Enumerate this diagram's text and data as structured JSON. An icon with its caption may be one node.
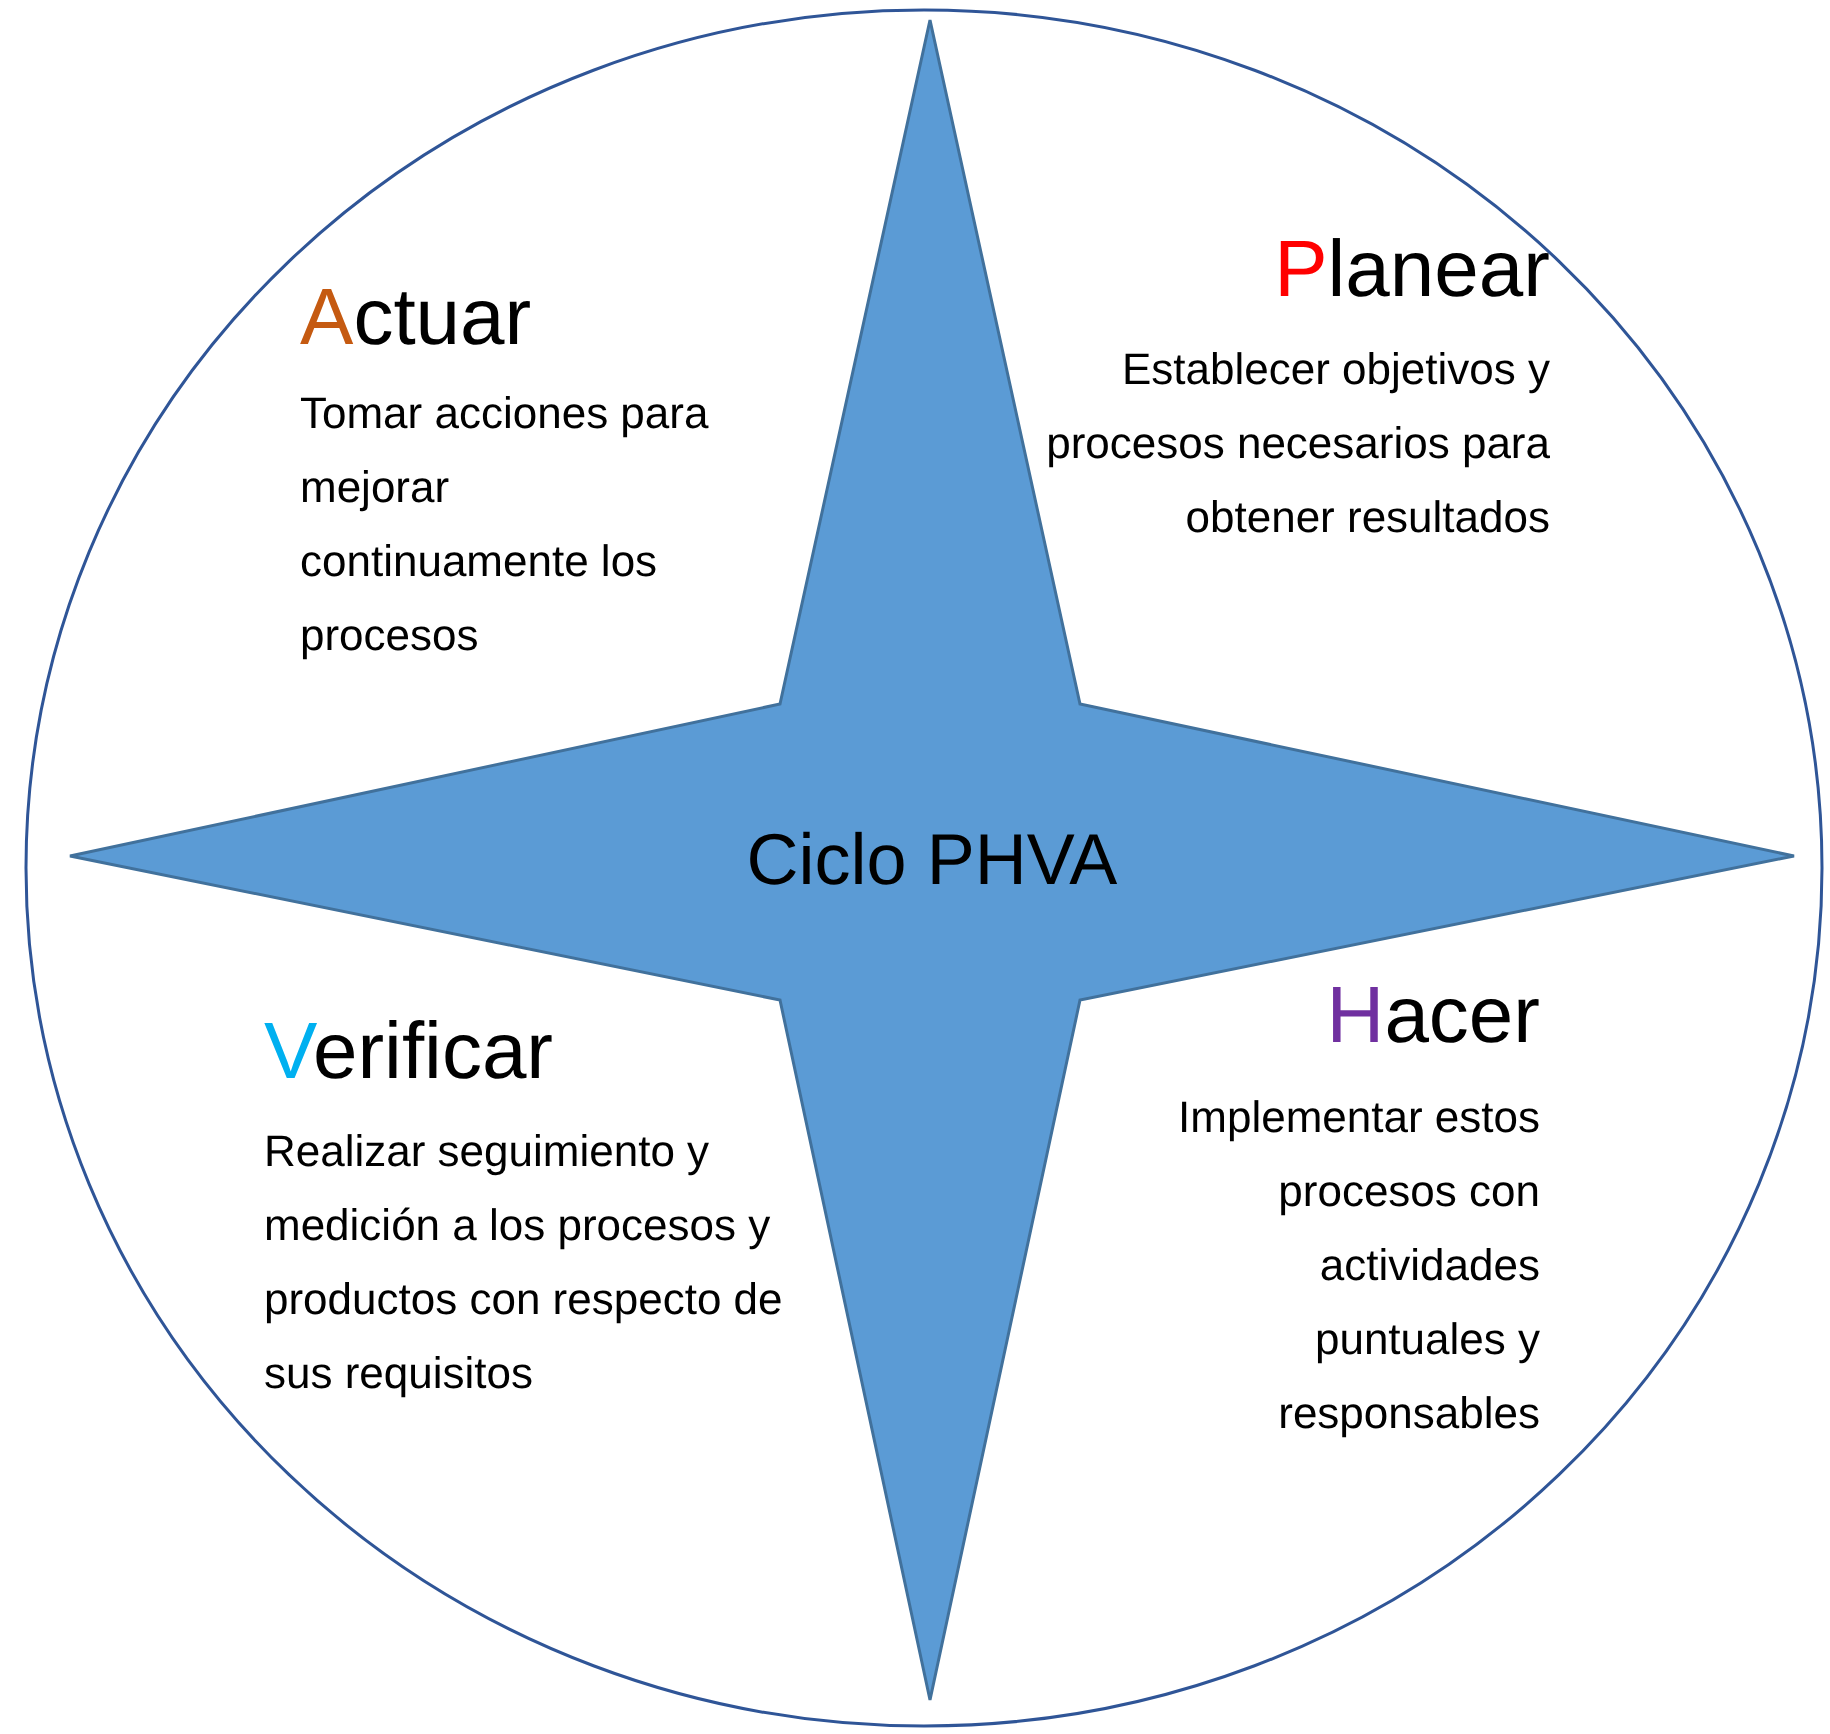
{
  "diagram": {
    "nodes": [
      {
        "text": [],
        "shape": "circle"
      },
      {
        "text": [
          "Ciclo PHVA"
        ],
        "in": 0
      }
    ],
    "edges": [],
    "labels": [
      "Actuar",
      "Tomar acciones para mejorar continuamente los procesos",
      "Planear",
      "Establecer objetivos y procesos necesarios para obtener resultados",
      "Verificar",
      "Realizar seguimiento y medición a los procesos y productos con respecto de sus requisitos",
      "Hacer",
      "Implementar estos procesos con actividades puntuales y responsables"
    ]
  }
}
